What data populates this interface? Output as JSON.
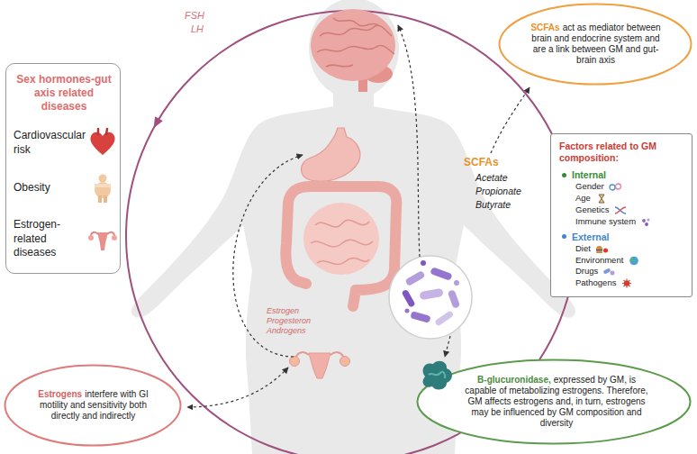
{
  "diagram": {
    "nodes": [
      {
        "text": [
          "SCFAs",
          "act as mediator between brain and endocrine system and are a link between GM and gut-brain axis"
        ]
      },
      {
        "text": [
          "Sex hormones-gut axis related diseases",
          "Cardiovascular risk",
          "Obesity",
          "Estrogen-related diseases"
        ]
      },
      {
        "text": [
          "Factors related to GM composition:",
          "Internal",
          "Gender",
          "Age",
          "Genetics",
          "Immune system",
          "External",
          "Diet",
          "Environment",
          "Drugs",
          "Pathogens"
        ]
      },
      {
        "text": [
          "Estrogens",
          "interfere with GI motility and sensitivity both directly and indirectly"
        ]
      },
      {
        "text": [
          "B-glucuronidase,",
          "expressed by GM, is capable of metabolizing estrogens. Therefore, GM affects estrogens and, in turn, estrogens may be influenced by GM composition and diversity"
        ]
      }
    ],
    "labels": [
      "FSH",
      "LH",
      "SCFAs",
      "Acetate",
      "Propionate",
      "Butyrate",
      "Estrogen",
      "Progesteron",
      "Androgens"
    ]
  }
}
